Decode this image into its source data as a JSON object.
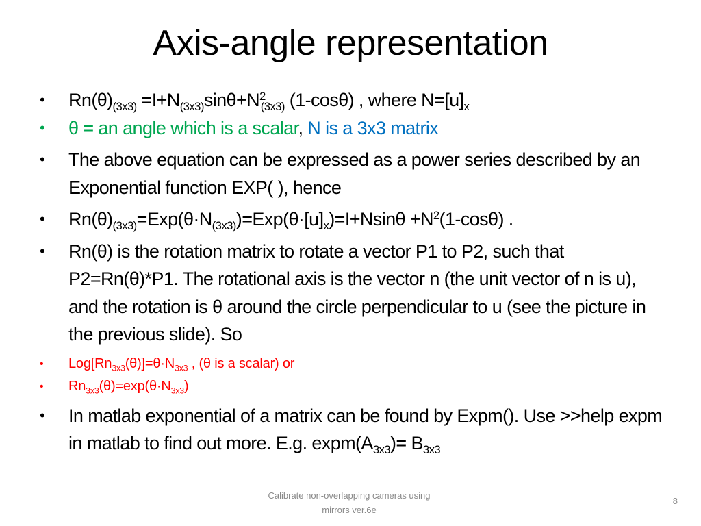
{
  "slide": {
    "title": "Axis-angle representation",
    "colors": {
      "text": "#000000",
      "green": "#00a650",
      "blue": "#0070c0",
      "red": "#ff0000",
      "footer": "#8a8a8a"
    },
    "bullet_glyph": "•",
    "items": [
      {
        "color": "black",
        "parts": {
          "a": "Rn(θ)",
          "a_sub": "(3x3)",
          "b": " =I+N",
          "b_sub": "(3x3)",
          "c": "sinθ+N",
          "c_sup": "2",
          "c_sub": "(3x3)",
          "d": " (1-cosθ) , where N=[u]",
          "d_sub": "x"
        }
      },
      {
        "color": "green/blue",
        "green_text": "θ = an angle which is a scalar",
        "separator": ", ",
        "blue_text": "N is a 3x3 matrix"
      },
      {
        "color": "black",
        "text": "The above equation can be expressed as a power series described by an Exponential function EXP( ), hence"
      },
      {
        "color": "black",
        "parts": {
          "a": "Rn(θ)",
          "a_sub": "(3x3)",
          "b": "=Exp(θ·N",
          "b_sub": "(3x3)",
          "c": ")=Exp(θ·[u]",
          "c_sub": "x",
          "d": ")=I+Nsinθ +N",
          "d_sup": "2",
          "e": "(1-cosθ) ."
        }
      },
      {
        "color": "black",
        "text": "Rn(θ) is the rotation matrix to rotate a vector P1 to P2, such that P2=Rn(θ)*P1. The rotational axis is the vector n (the unit vector of n is u), and the rotation is θ around the circle perpendicular to u (see the picture in the previous slide). So"
      },
      {
        "color": "red",
        "parts": {
          "a": "Log[Rn",
          "a_sub": "3x3",
          "b": "(θ)]=θ·N",
          "b_sub": "3x3",
          "c": " , (θ is a scalar) or"
        }
      },
      {
        "color": "red",
        "parts": {
          "a": "Rn",
          "a_sub": "3x3",
          "b": "(θ)=exp(θ·N",
          "b_sub": "3x3",
          "c": ")"
        }
      },
      {
        "color": "black",
        "parts": {
          "a": "In matlab exponential of a matrix can be found by Expm(). Use >>help expm  in matlab to find out more. E.g. expm(A",
          "a_sub": "3x3",
          "b": ")= B",
          "b_sub": "3x3"
        }
      }
    ]
  },
  "footer": {
    "caption_line1": "Calibrate non-overlapping cameras using",
    "caption_line2": "mirrors ver.6e",
    "page_number": "8"
  }
}
